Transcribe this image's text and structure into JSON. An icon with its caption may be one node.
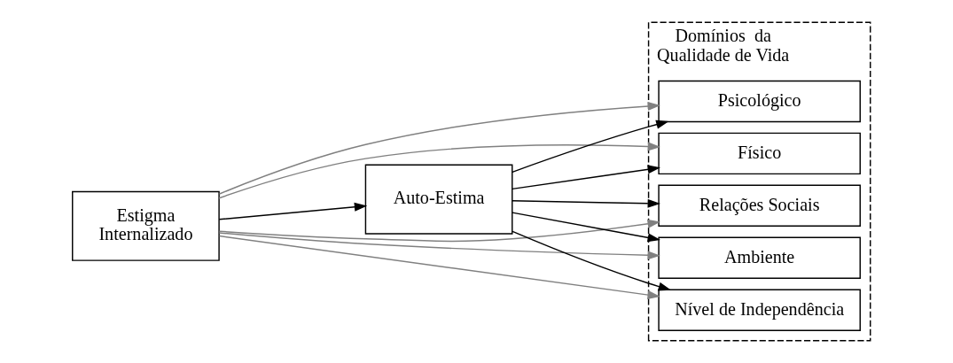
{
  "diagram": {
    "nodes": [
      {
        "text": [
          "Estigma Internalizado"
        ]
      },
      {
        "text": [
          "Auto-Estima"
        ]
      },
      {
        "text": [
          "Domínios  da Qualidade de Vida"
        ]
      },
      {
        "text": [
          "Psicológico"
        ],
        "in": 2
      },
      {
        "text": [
          "Físico"
        ],
        "in": 2
      },
      {
        "text": [
          "Relações Sociais"
        ],
        "in": 2
      },
      {
        "text": [
          "Ambiente"
        ],
        "in": 2
      },
      {
        "text": [
          "Nível de Independência"
        ],
        "in": 2
      }
    ],
    "edges": [
      {
        "from": 0,
        "to": 1,
        "arrow": "to"
      },
      {
        "from": 1,
        "to": 3,
        "arrow": "to"
      },
      {
        "from": 1,
        "to": 4,
        "arrow": "to"
      },
      {
        "from": 1,
        "to": 5,
        "arrow": "to"
      },
      {
        "from": 1,
        "to": 6,
        "arrow": "to"
      },
      {
        "from": 1,
        "to": 7,
        "arrow": "to"
      },
      {
        "from": 0,
        "to": 3,
        "arrow": "to",
        "color": "#808080"
      },
      {
        "from": 0,
        "to": 4,
        "arrow": "to",
        "color": "#808080"
      },
      {
        "from": 0,
        "to": 5,
        "arrow": "to",
        "color": "#808080"
      },
      {
        "from": 0,
        "to": 6,
        "arrow": "to",
        "color": "#808080"
      },
      {
        "from": 0,
        "to": 7,
        "arrow": "to",
        "color": "#808080"
      }
    ]
  }
}
